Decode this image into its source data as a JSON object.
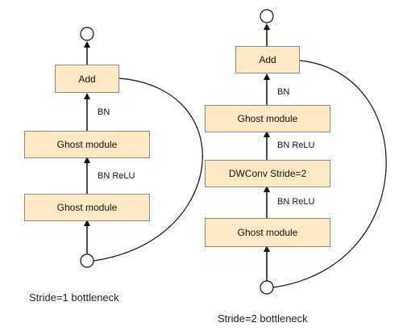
{
  "colors": {
    "block_fill": "#fde9c4",
    "block_border": "#8a8a8a",
    "line": "#111111"
  },
  "left": {
    "add": "Add",
    "ghost_top": "Ghost module",
    "ghost_bottom": "Ghost module",
    "label_bn": "BN",
    "label_bn_relu": "BN ReLU",
    "caption": "Stride=1 bottleneck"
  },
  "right": {
    "add": "Add",
    "ghost_top": "Ghost module",
    "dwconv": "DWConv Stride=2",
    "ghost_bottom": "Ghost module",
    "label_bn_top": "BN",
    "label_bn_relu_mid": "BN ReLU",
    "label_bn_relu_bottom": "BN ReLU",
    "caption": "Stride=2 bottleneck"
  }
}
